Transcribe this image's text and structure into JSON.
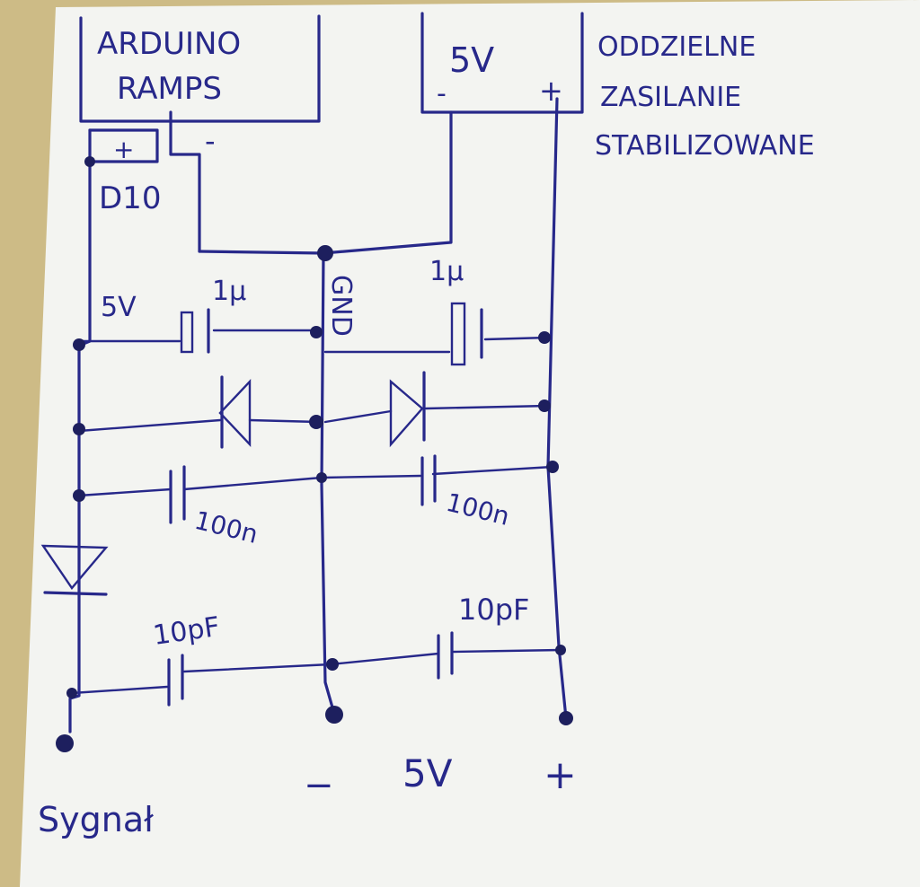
{
  "diagram": {
    "blocks": {
      "arduino": [
        "ARDUINO",
        "RAMPS"
      ],
      "supply": {
        "voltage": "5V",
        "minus": "-",
        "plus": "+",
        "note": [
          "ODDZIELNE",
          "ZASILANIE",
          "STABILIZOWANE"
        ]
      }
    },
    "labels": {
      "connector_plus": "+",
      "connector_minus": "-",
      "pin": "D10",
      "rail_5v": "5V",
      "rail_gnd": "GND",
      "signal": "Sygnał"
    },
    "components": {
      "cap_1u_left": "1μ",
      "cap_1u_right": "1μ",
      "cap_100n_left": "100n",
      "cap_100n_right": "100n",
      "cap_10p_left": "10pF",
      "cap_10p_right": "10pF"
    },
    "bottom_labels": {
      "minus": "−",
      "voltage": "5V",
      "plus": "+"
    },
    "colors": {
      "ink": "#27288a",
      "paper": "#f3f4f1",
      "table": "#cdbb86"
    }
  }
}
